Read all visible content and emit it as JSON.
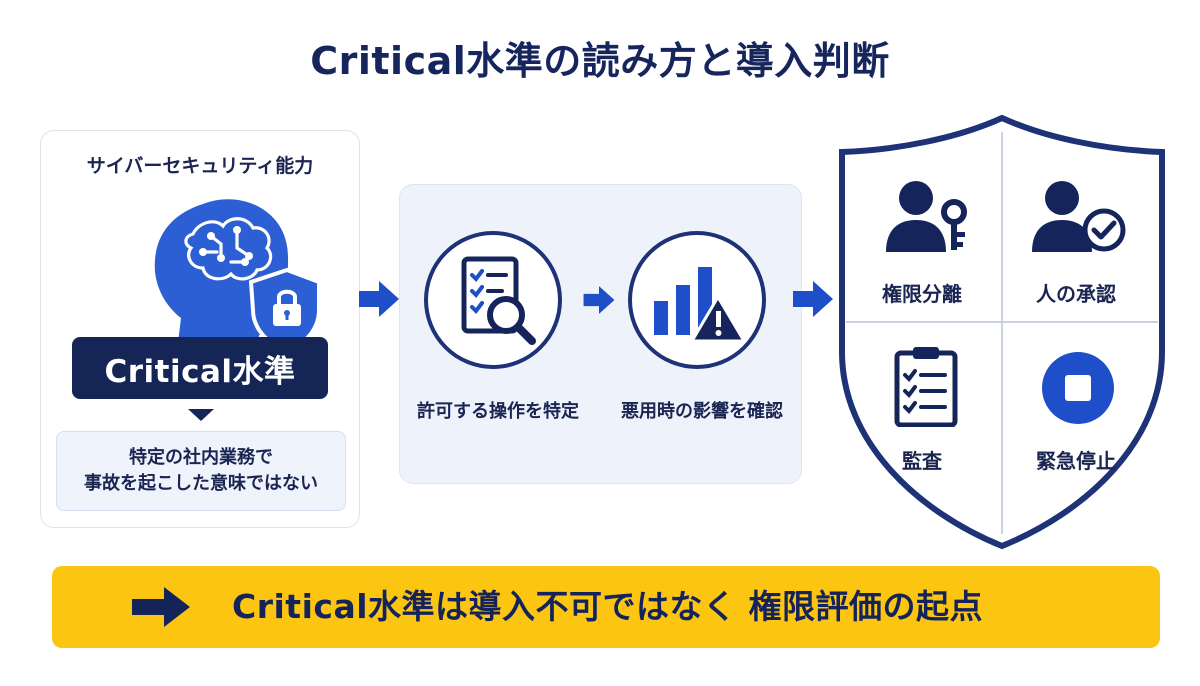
{
  "title": "Critical水準の読み方と導入判断",
  "left": {
    "heading": "サイバーセキュリティ能力",
    "badge": "Critical水準",
    "note_line1": "特定の社内業務で",
    "note_line2": "事故を起こした意味ではない"
  },
  "middle": {
    "step1_label": "許可する操作を特定",
    "step2_label": "悪用時の影響を確認"
  },
  "shield": {
    "item1": "権限分離",
    "item2": "人の承認",
    "item3": "監査",
    "item4": "緊急停止"
  },
  "banner": {
    "text": "Critical水準は導入不可ではなく 権限評価の起点"
  },
  "colors": {
    "navy": "#152556",
    "blue": "#1f4fc8",
    "yellow": "#fbc512",
    "light_panel": "#eef3fb"
  }
}
